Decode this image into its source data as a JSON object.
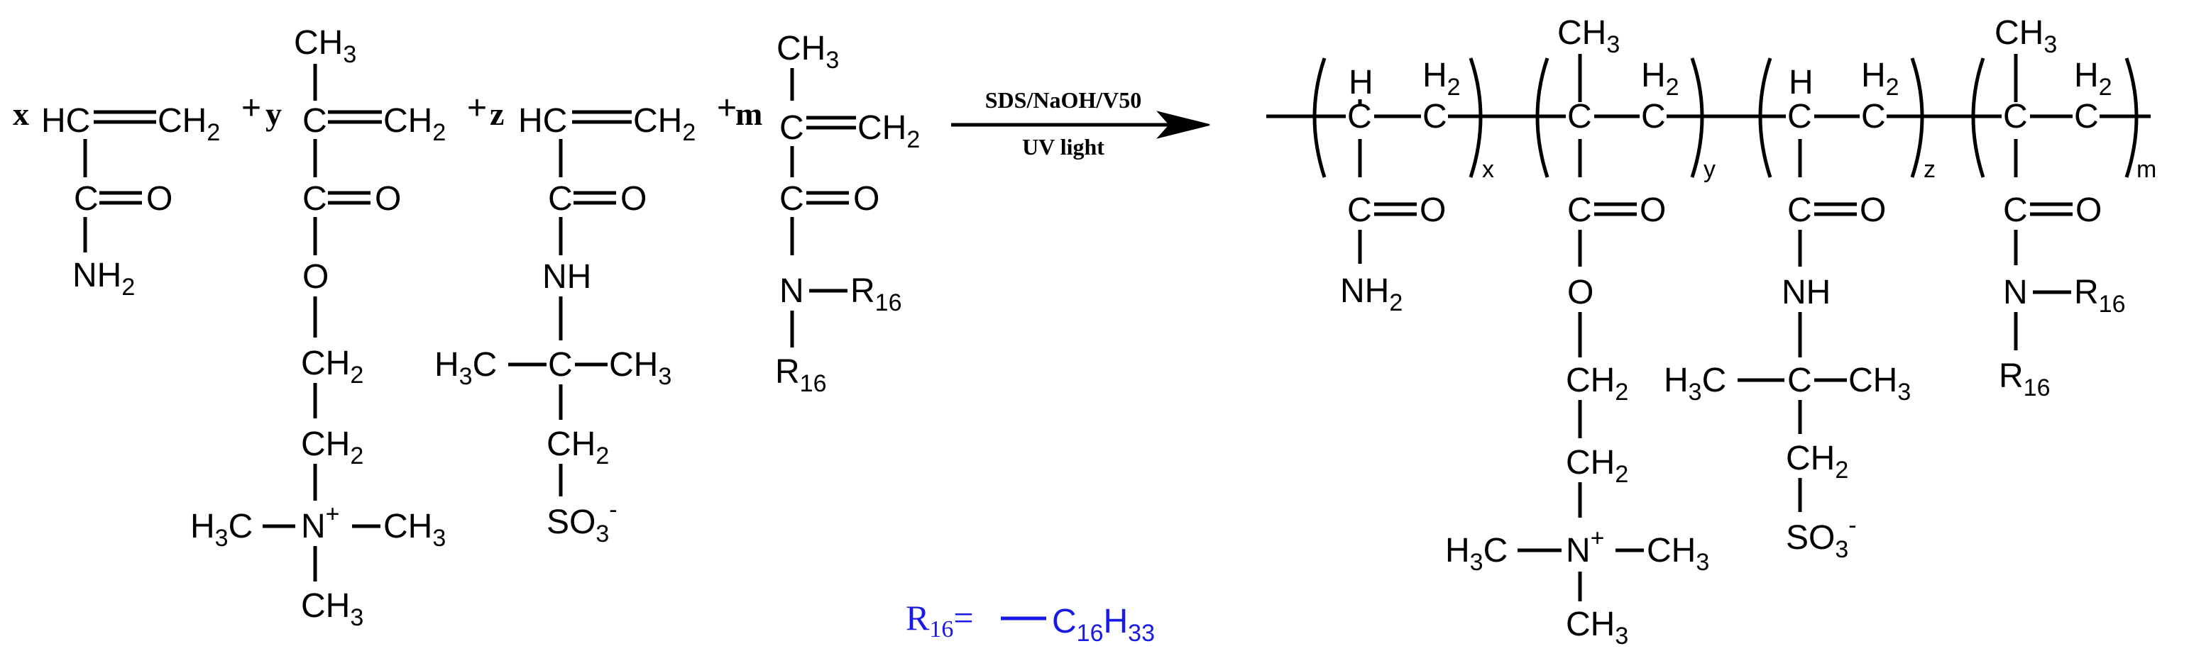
{
  "reactants": {
    "coef_x": "x",
    "coef_y": "y",
    "coef_z": "z",
    "coef_m": "m",
    "plus": "+",
    "hc": "HC",
    "c": "C",
    "ch2": "CH",
    "ch3": "CH",
    "h3c": "H",
    "h3c_c": "C",
    "n": "N",
    "nh": "NH",
    "nh2": "NH",
    "o": "O",
    "so3": "SO",
    "n_plus": "+",
    "minus": "-",
    "r16": "R",
    "sub2": "2",
    "sub3": "3",
    "sub16": "16"
  },
  "conditions": {
    "catalysts": "SDS/NaOH/V50",
    "light": "UV light"
  },
  "product": {
    "h": "H",
    "c": "C",
    "h2": "H",
    "sub_x": "x",
    "sub_y": "y",
    "sub_z": "z",
    "sub_m": "m"
  },
  "definition": {
    "r": "R",
    "r_sub": "16",
    "equals": "=",
    "c": "C",
    "c_sub": "16",
    "h": "H",
    "h_sub": "33"
  },
  "colors": {
    "structure": "#000000",
    "definition": "#1a1ae6"
  }
}
